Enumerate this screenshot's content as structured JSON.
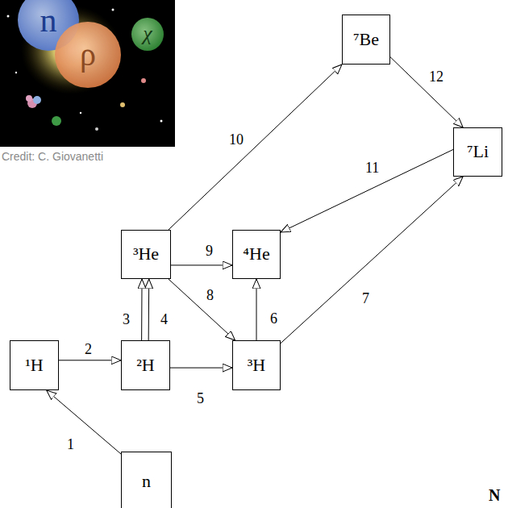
{
  "diagram": {
    "nodes": [
      {
        "text": [
          "n"
        ]
      },
      {
        "text": [
          "ρ"
        ]
      },
      {
        "text": [
          "χ"
        ]
      },
      {
        "text": [
          "⁷Be"
        ]
      },
      {
        "text": [
          "⁷Li"
        ]
      },
      {
        "text": [
          "³He"
        ]
      },
      {
        "text": [
          "⁴He"
        ]
      },
      {
        "text": [
          "¹H"
        ]
      },
      {
        "text": [
          "²H"
        ]
      },
      {
        "text": [
          "³H"
        ]
      },
      {
        "text": [
          "n"
        ]
      }
    ],
    "edges": [
      {
        "from": 10,
        "to": 7,
        "label": "1",
        "arrow": "to"
      },
      {
        "from": 7,
        "to": 8,
        "label": "2",
        "arrow": "to"
      },
      {
        "from": 8,
        "to": 5,
        "label": "3",
        "arrow": "to"
      },
      {
        "from": 8,
        "to": 5,
        "label": "4",
        "arrow": "to"
      },
      {
        "from": 8,
        "to": 9,
        "label": "5",
        "arrow": "to"
      },
      {
        "from": 9,
        "to": 6,
        "label": "6",
        "arrow": "to"
      },
      {
        "from": 9,
        "to": 4,
        "label": "7",
        "arrow": "to"
      },
      {
        "from": 5,
        "to": 9,
        "label": "8",
        "arrow": "to"
      },
      {
        "from": 5,
        "to": 6,
        "label": "9",
        "arrow": "to"
      },
      {
        "from": 5,
        "to": 3,
        "label": "10",
        "arrow": "to"
      },
      {
        "from": 4,
        "to": 6,
        "label": "11",
        "arrow": "to"
      },
      {
        "from": 3,
        "to": 4,
        "label": "12",
        "arrow": "to"
      }
    ],
    "labels": [
      "Credit: C. Giovanetti",
      "N"
    ]
  }
}
